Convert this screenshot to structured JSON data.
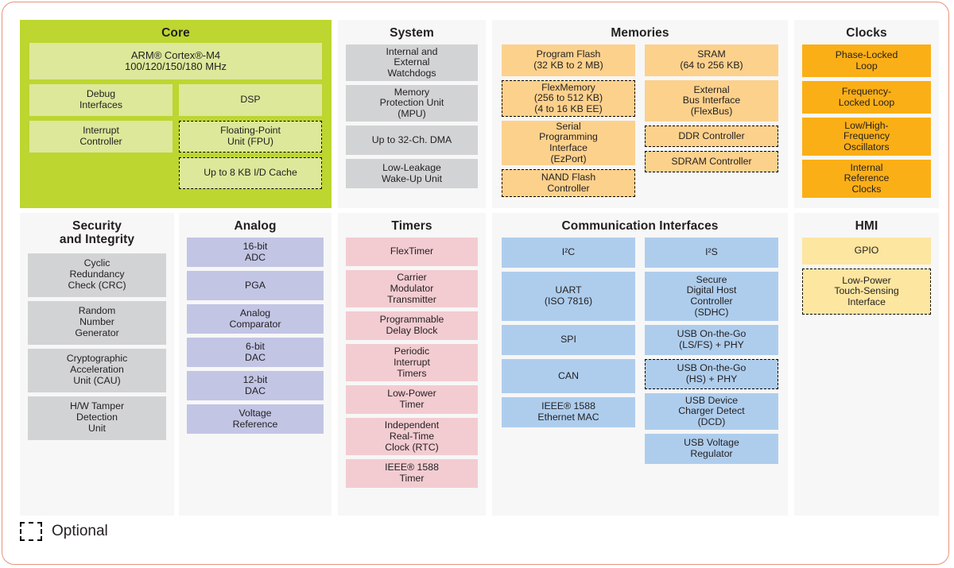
{
  "legend": {
    "swatch": "dashed-box-icon",
    "label": "Optional"
  },
  "colors": {
    "frame_border": "#e8927c",
    "panel_bg": "#f7f7f7",
    "core_bg": "#bdd630",
    "core_block": "#dde89a",
    "system_block": "#d2d3d4",
    "memories_block": "#fcd18c",
    "clocks_block": "#fbaf17",
    "analog_block": "#c2c5e4",
    "timers_block": "#f2ccd1",
    "comm_block": "#aecded",
    "hmi_block": "#fde6a0",
    "optional_border": "#000000",
    "text": "#231f20"
  },
  "panels": {
    "core": {
      "title": "Core",
      "cpu": {
        "label": "ARM® Cortex®-M4\n100/120/150/180 MHz",
        "optional": false
      },
      "row1": [
        {
          "label": "Debug\nInterfaces",
          "optional": false
        },
        {
          "label": "DSP",
          "optional": false
        }
      ],
      "row2": [
        {
          "label": "Interrupt\nController",
          "optional": false
        },
        {
          "label": "Floating-Point\nUnit (FPU)",
          "optional": true
        }
      ],
      "row3": [
        {
          "label": "",
          "optional": false
        },
        {
          "label": "Up to 8 KB I/D Cache",
          "optional": true
        }
      ]
    },
    "system": {
      "title": "System",
      "blocks": [
        {
          "label": "Internal and\nExternal\nWatchdogs",
          "optional": false,
          "h": 46
        },
        {
          "label": "Memory\nProtection Unit\n(MPU)",
          "optional": false,
          "h": 46
        },
        {
          "label": "Up to 32-Ch. DMA",
          "optional": false,
          "h": 37
        },
        {
          "label": "Low-Leakage\nWake-Up Unit",
          "optional": false,
          "h": 37
        }
      ]
    },
    "memories": {
      "title": "Memories",
      "left": [
        {
          "label": "Program Flash\n(32 KB to 2 MB)",
          "optional": false,
          "h": 40
        },
        {
          "label": "FlexMemory\n(256 to 512 KB)\n(4 to 16 KB EE)",
          "optional": true,
          "h": 46
        },
        {
          "label": "Serial\nProgramming\nInterface\n(EzPort)",
          "optional": false,
          "h": 56
        },
        {
          "label": "NAND Flash\nController",
          "optional": true,
          "h": 35
        }
      ],
      "right": [
        {
          "label": "SRAM\n(64 to 256 KB)",
          "optional": false,
          "h": 40
        },
        {
          "label": "External\nBus Interface\n(FlexBus)",
          "optional": false,
          "h": 52
        },
        {
          "label": "DDR Controller",
          "optional": true,
          "h": 27
        },
        {
          "label": "SDRAM Controller",
          "optional": true,
          "h": 27
        }
      ]
    },
    "clocks": {
      "title": "Clocks",
      "blocks": [
        {
          "label": "Phase-Locked\nLoop",
          "optional": false,
          "h": 41
        },
        {
          "label": "Frequency-\nLocked Loop",
          "optional": false,
          "h": 41
        },
        {
          "label": "Low/High-\nFrequency\nOscillators",
          "optional": false,
          "h": 48
        },
        {
          "label": "Internal\nReference\nClocks",
          "optional": false,
          "h": 48
        }
      ]
    },
    "security": {
      "title": "Security\nand Integrity",
      "blocks": [
        {
          "label": "Cyclic\nRedundancy\nCheck (CRC)",
          "optional": false,
          "h": 55
        },
        {
          "label": "Random\nNumber\nGenerator",
          "optional": false,
          "h": 55
        },
        {
          "label": "Cryptographic\nAcceleration\nUnit (CAU)",
          "optional": false,
          "h": 55
        },
        {
          "label": "H/W Tamper\nDetection\nUnit",
          "optional": false,
          "h": 55
        }
      ]
    },
    "analog": {
      "title": "Analog",
      "blocks": [
        {
          "label": "16-bit\nADC",
          "optional": false,
          "h": 37
        },
        {
          "label": "PGA",
          "optional": false,
          "h": 37
        },
        {
          "label": "Analog\nComparator",
          "optional": false,
          "h": 37
        },
        {
          "label": "6-bit\nDAC",
          "optional": false,
          "h": 37
        },
        {
          "label": "12-bit\nDAC",
          "optional": false,
          "h": 37
        },
        {
          "label": "Voltage\nReference",
          "optional": false,
          "h": 37
        }
      ]
    },
    "timers": {
      "title": "Timers",
      "blocks": [
        {
          "label": "FlexTimer",
          "optional": false,
          "h": 36
        },
        {
          "label": "Carrier\nModulator\nTransmitter",
          "optional": false,
          "h": 47
        },
        {
          "label": "Programmable\nDelay Block",
          "optional": false,
          "h": 36
        },
        {
          "label": "Periodic\nInterrupt\nTimers",
          "optional": false,
          "h": 47
        },
        {
          "label": "Low-Power\nTimer",
          "optional": false,
          "h": 36
        },
        {
          "label": "Independent\nReal-Time\nClock (RTC)",
          "optional": false,
          "h": 47
        },
        {
          "label": "IEEE® 1588\nTimer",
          "optional": false,
          "h": 36
        }
      ]
    },
    "comm": {
      "title": "Communication Interfaces",
      "left": [
        {
          "label": "I²C",
          "optional": false,
          "h": 38
        },
        {
          "label": "UART\n(ISO 7816)",
          "optional": false,
          "h": 62
        },
        {
          "label": "SPI",
          "optional": false,
          "h": 38
        },
        {
          "label": "CAN",
          "optional": false,
          "h": 43
        },
        {
          "label": "IEEE® 1588\nEthernet MAC",
          "optional": false,
          "h": 38
        }
      ],
      "right": [
        {
          "label": "I²S",
          "optional": false,
          "h": 38
        },
        {
          "label": "Secure\nDigital Host\nController\n(SDHC)",
          "optional": false,
          "h": 62
        },
        {
          "label": "USB On-the-Go\n(LS/FS) + PHY",
          "optional": false,
          "h": 38
        },
        {
          "label": "USB On-the-Go\n(HS) + PHY",
          "optional": true,
          "h": 38
        },
        {
          "label": "USB Device\nCharger Detect\n(DCD)",
          "optional": false,
          "h": 46
        },
        {
          "label": "USB Voltage\nRegulator",
          "optional": false,
          "h": 38
        }
      ]
    },
    "hmi": {
      "title": "HMI",
      "blocks": [
        {
          "label": "GPIO",
          "optional": false,
          "h": 34
        },
        {
          "label": "Low-Power\nTouch-Sensing\nInterface",
          "optional": true,
          "h": 58
        }
      ]
    }
  }
}
